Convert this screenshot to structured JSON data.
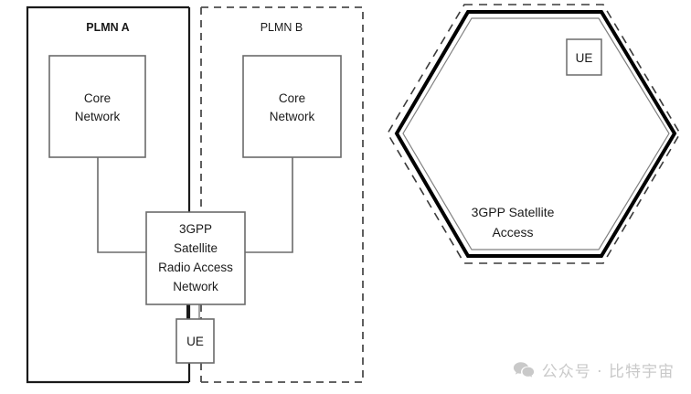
{
  "figure": {
    "left_panel": {
      "plmn_a": {
        "label": "PLMN A",
        "border_style": "solid"
      },
      "plmn_b": {
        "label": "PLMN B",
        "border_style": "dashed"
      },
      "core_network_a": {
        "line1": "Core",
        "line2": "Network"
      },
      "core_network_b": {
        "line1": "Core",
        "line2": "Network"
      },
      "ran_box": {
        "line1": "3GPP",
        "line2": "Satellite",
        "line3": "Radio Access",
        "line4": "Network"
      },
      "ue_box": {
        "label": "UE"
      }
    },
    "right_panel": {
      "hexagon": {
        "label_line1": "3GPP Satellite",
        "label_line2": "Access"
      },
      "ue_box": {
        "label": "UE"
      }
    }
  },
  "watermark": {
    "icon": "wechat-icon",
    "text": "公众号 · 比特宇宙",
    "color": "#c9c9c9"
  },
  "colors": {
    "stroke_dark": "#1a1a1a",
    "stroke_gray": "#6b6b6b",
    "background": "#ffffff"
  }
}
